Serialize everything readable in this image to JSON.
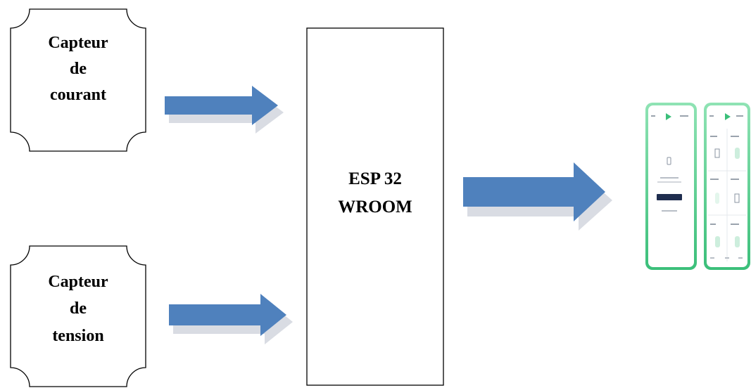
{
  "sensors": [
    {
      "lines": [
        "Capteur",
        "de",
        "courant"
      ]
    },
    {
      "lines": [
        "Capteur",
        "de",
        "tension"
      ]
    }
  ],
  "controller": {
    "lines": [
      "ESP 32",
      "WROOM"
    ]
  },
  "colors": {
    "arrow_fill": "#4f81bd",
    "arrow_shadow": "#d9dce3",
    "phone_accent": "#3bbf7a",
    "phone_button": "#1f2d4f",
    "box_stroke": "#000000"
  },
  "phones": {
    "left_button_color": "#1f2d4f"
  }
}
